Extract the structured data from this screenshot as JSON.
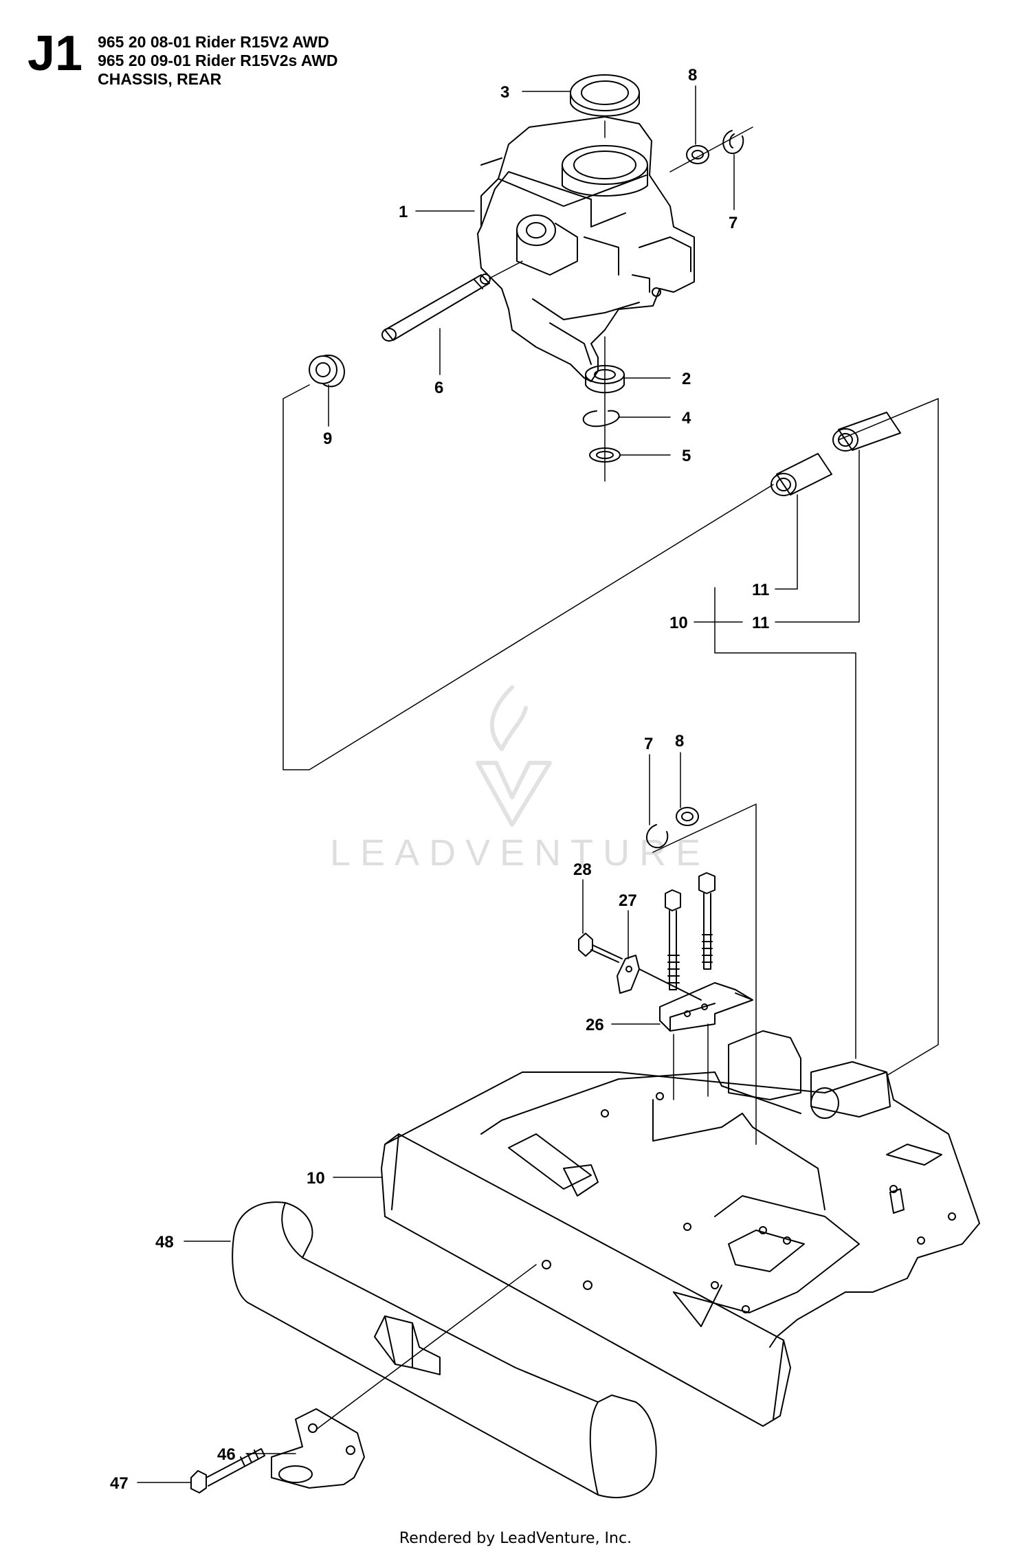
{
  "header": {
    "section": "J1",
    "lines": [
      "965 20 08-01 Rider R15V2 AWD",
      "965 20 09-01 Rider R15V2s AWD",
      "CHASSIS, REAR"
    ]
  },
  "watermark": "LEADVENTURE",
  "footer": "Rendered by LeadVenture, Inc.",
  "callouts": {
    "c3": "3",
    "c8a": "8",
    "c7a": "7",
    "c1": "1",
    "c6": "6",
    "c9": "9",
    "c2": "2",
    "c4": "4",
    "c5": "5",
    "c11a": "11",
    "c11b": "11",
    "c10a": "10",
    "c7b": "7",
    "c8b": "8",
    "c28": "28",
    "c27": "27",
    "c26": "26",
    "c10b": "10",
    "c48": "48",
    "c46": "46",
    "c47": "47"
  }
}
